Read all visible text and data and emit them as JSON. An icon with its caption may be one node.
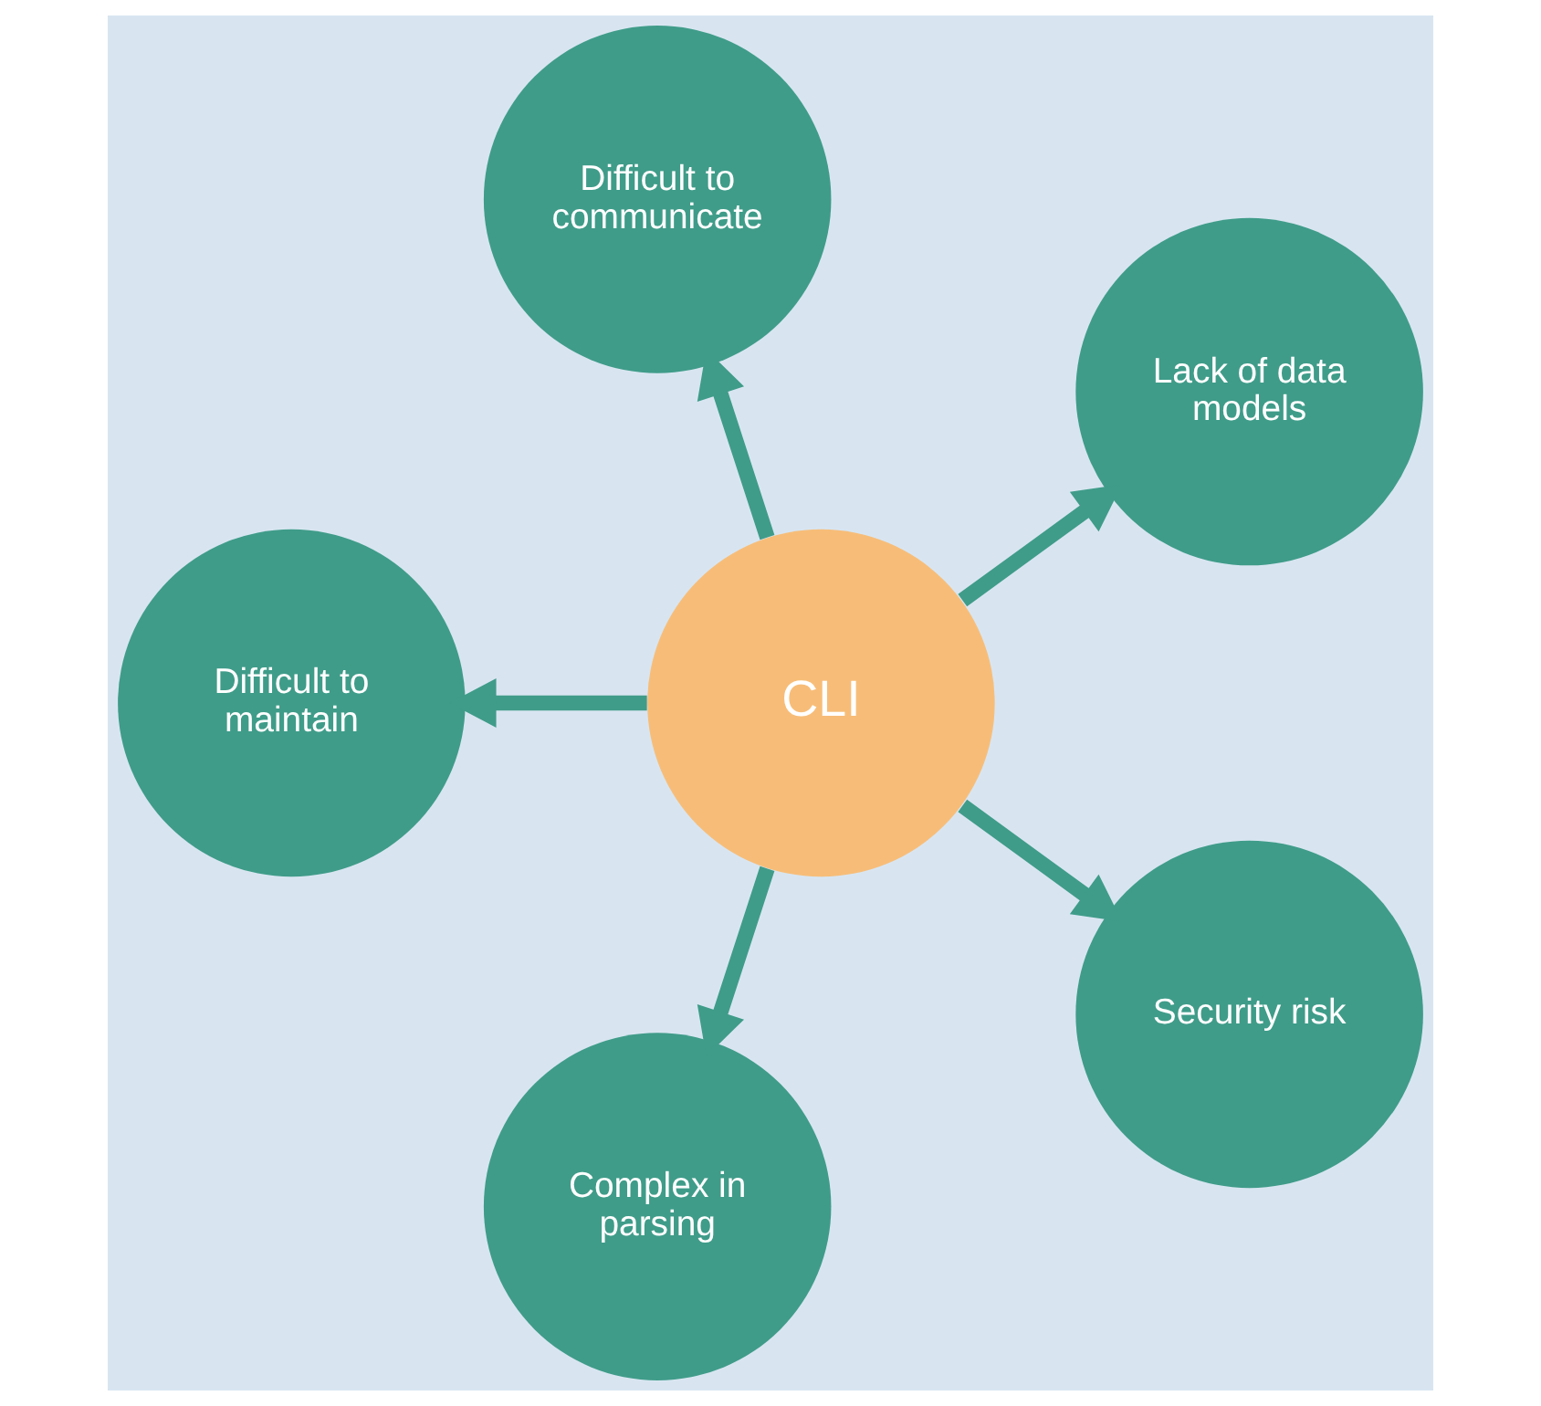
{
  "diagram": {
    "nodes": [
      {
        "text": [
          "Lack of data models"
        ]
      },
      {
        "text": [
          "Difficult to communicate"
        ]
      },
      {
        "text": [
          "CLI"
        ]
      },
      {
        "text": [
          "Difficult to maintain"
        ]
      },
      {
        "text": [
          "Complex in parsing"
        ]
      },
      {
        "text": [
          "Security risk"
        ]
      }
    ],
    "edges": [
      {
        "from": 2,
        "to": 0,
        "arrow": "to"
      },
      {
        "from": 2,
        "to": 1,
        "arrow": "to"
      },
      {
        "from": 2,
        "to": 3,
        "arrow": "to"
      },
      {
        "from": 2,
        "to": 4,
        "arrow": "to"
      },
      {
        "from": 2,
        "to": 5,
        "arrow": "to"
      }
    ]
  }
}
